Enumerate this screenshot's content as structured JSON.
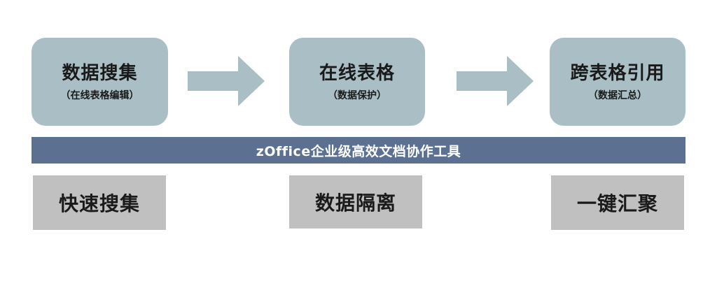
{
  "steps": [
    {
      "title": "数据搜集",
      "subtitle": "（在线表格编辑）"
    },
    {
      "title": "在线表格",
      "subtitle": "（数据保护）"
    },
    {
      "title": "跨表格引用",
      "subtitle": "（数据汇总）"
    }
  ],
  "band": {
    "label": "zOffice企业级高效文档协作工具"
  },
  "features": [
    {
      "label": "快速搜集"
    },
    {
      "label": "数据隔离"
    },
    {
      "label": "一键汇聚"
    }
  ],
  "colors": {
    "step_fill": "#a9bfc5",
    "arrow_fill": "#a9bfc5",
    "band_fill": "#5c7091",
    "feature_fill": "#c0c0c0"
  }
}
